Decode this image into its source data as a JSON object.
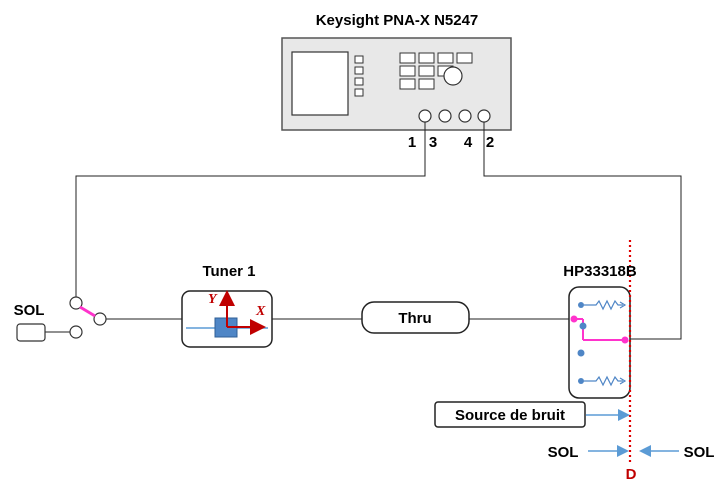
{
  "instrument": {
    "title": "Keysight PNA-X N5247",
    "port_labels": [
      "1",
      "3",
      "4",
      "2"
    ]
  },
  "tuner": {
    "title": "Tuner 1",
    "axis_x": "X",
    "axis_y": "Y"
  },
  "thru": {
    "label": "Thru"
  },
  "noise_source": {
    "model": "HP33318B",
    "label": "Source de bruit"
  },
  "sol_left": "SOL",
  "sol_bottom_left": "SOL",
  "sol_bottom_right": "SOL",
  "reference_plane": "D",
  "colors": {
    "instrument_fill": "#e8e8e8",
    "tuner_block": "#4f86c6",
    "axis_red": "#c00000",
    "switch_magenta": "#ff33cc",
    "arrow_blue": "#5b9bd5",
    "dotted_line": "#e00000"
  }
}
